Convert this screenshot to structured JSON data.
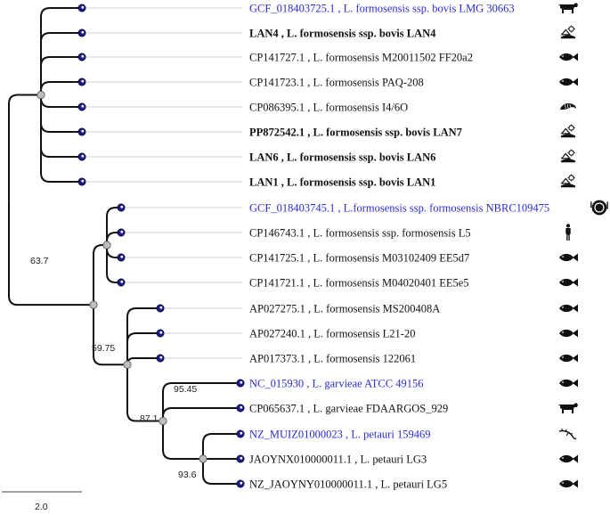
{
  "tree": {
    "leaves": [
      {
        "label": "GCF_018403725.1 ,  L. formosensis ssp. bovis LMG 30663",
        "color": "#2b2bd6",
        "bold": false,
        "icon": "cow-icon"
      },
      {
        "label": "LAN4 ,  L. formosensis ssp. bovis LAN4",
        "color": "#111111",
        "bold": true,
        "icon": "farm-icon"
      },
      {
        "label": "CP141727.1 ,  L. formosensis M20011502 FF20a2",
        "color": "#111111",
        "bold": false,
        "icon": "fish-icon"
      },
      {
        "label": "CP141723.1 ,  L. formosensis PAQ-208",
        "color": "#111111",
        "bold": false,
        "icon": "fish-icon"
      },
      {
        "label": "CP086395.1 ,  L. formosensis I4/6O",
        "color": "#111111",
        "bold": false,
        "icon": "shrimp-icon"
      },
      {
        "label": "PP872542.1 ,  L. formosensis ssp. bovis LAN7",
        "color": "#111111",
        "bold": true,
        "icon": "farm-icon"
      },
      {
        "label": "LAN6 ,  L. formosensis ssp. bovis LAN6",
        "color": "#111111",
        "bold": true,
        "icon": "farm-icon"
      },
      {
        "label": "LAN1 ,  L. formosensis ssp. bovis LAN1",
        "color": "#111111",
        "bold": true,
        "icon": "farm-icon"
      },
      {
        "label": "GCF_018403745.1 ,  L.formosensis ssp. formosensis NBRC109475",
        "color": "#2b2bd6",
        "bold": false,
        "icon": "food-icon"
      },
      {
        "label": "CP146743.1 ,  L. formosensis ssp. formosensis L5",
        "color": "#111111",
        "bold": false,
        "icon": "human-icon"
      },
      {
        "label": "CP141725.1 ,  L. formosensis M03102409 EE5d7",
        "color": "#111111",
        "bold": false,
        "icon": "fish-icon"
      },
      {
        "label": "CP141721.1 ,  L. formosensis M04020401 EE5e5",
        "color": "#111111",
        "bold": false,
        "icon": "fish-icon"
      },
      {
        "label": "AP027275.1 ,  L. formosensis MS200408A",
        "color": "#111111",
        "bold": false,
        "icon": "fish-icon"
      },
      {
        "label": "AP027240.1 ,  L. formosensis L21-20",
        "color": "#111111",
        "bold": false,
        "icon": "fish-icon"
      },
      {
        "label": "AP017373.1 ,  L. formosensis 122061",
        "color": "#111111",
        "bold": false,
        "icon": "fish-icon"
      },
      {
        "label": "NC_015930 ,  L. garvieae ATCC 49156",
        "color": "#2b2bd6",
        "bold": false,
        "icon": "fish-icon"
      },
      {
        "label": "CP065637.1 ,  L. garvieae FDAARGOS_929",
        "color": "#111111",
        "bold": false,
        "icon": "cow-icon"
      },
      {
        "label": "NZ_MUIZ01000023 ,  L. petauri 159469",
        "color": "#2b2bd6",
        "bold": false,
        "icon": "lizard-icon"
      },
      {
        "label": "JAOYNX010000011.1 ,  L. petauri LG3",
        "color": "#111111",
        "bold": false,
        "icon": "fish-icon"
      },
      {
        "label": "NZ_JAOYNY010000011.1 ,  L. petauri LG5",
        "color": "#111111",
        "bold": false,
        "icon": "fish-icon"
      }
    ],
    "support_values": [
      "63.7",
      "59.75",
      "95.45",
      "87.1",
      "93.6"
    ],
    "scale_bar_label": "2.0",
    "colors": {
      "reference": "#2b2bd6",
      "node": "#1a1a8c",
      "branch": "#111111",
      "guide": "#d9d9d9",
      "internal": "#bdbdbd"
    }
  }
}
